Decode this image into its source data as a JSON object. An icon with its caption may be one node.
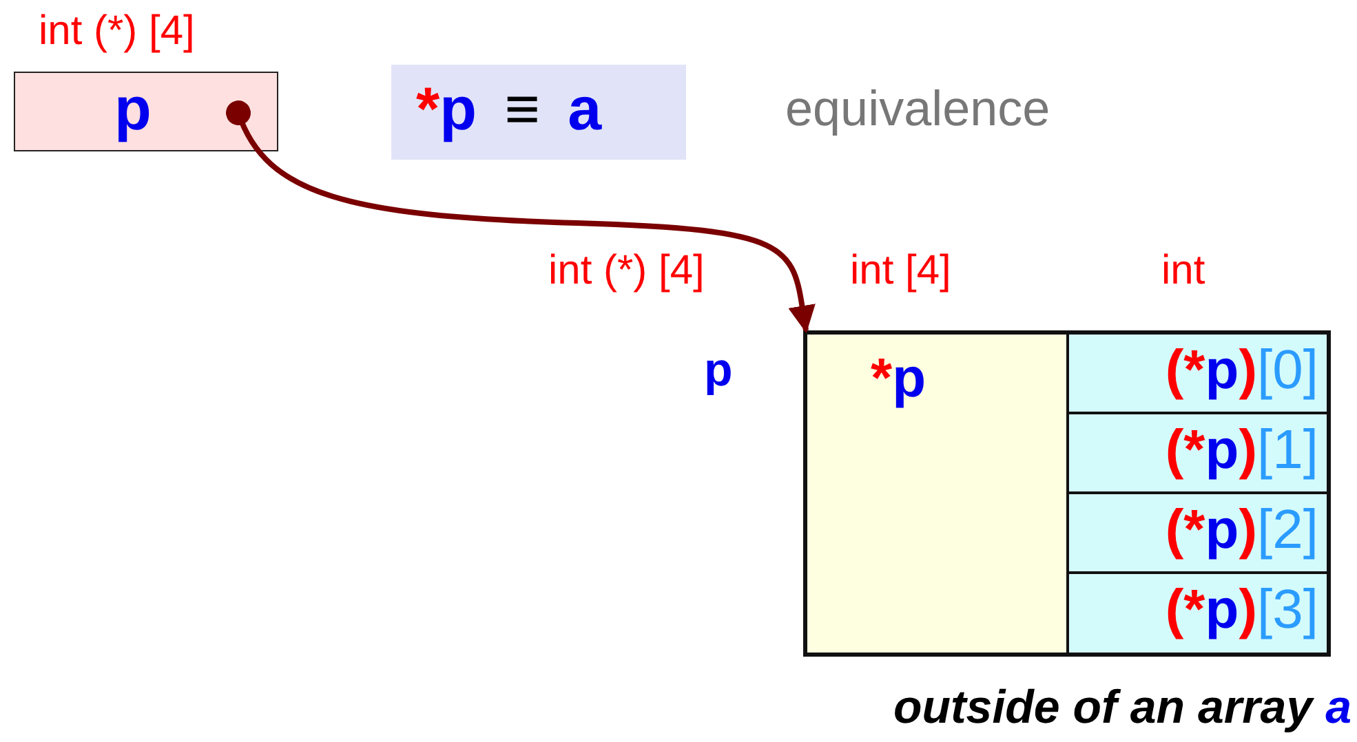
{
  "diagram": {
    "caption": "outside of an array a",
    "nodes": [
      {
        "text": [
          "p"
        ],
        "beside": [
          "int (*) [4]"
        ]
      },
      {
        "text": [],
        "shape": "box",
        "beside": [
          "int (*) [4]",
          "p"
        ]
      },
      {
        "text": [
          "*p"
        ],
        "in": 1,
        "beside": [
          "int [4]"
        ]
      },
      {
        "text": [
          "(*p)[0]"
        ],
        "in": 1
      },
      {
        "text": [
          "(*p)[1]"
        ],
        "in": 1
      },
      {
        "text": [
          "(*p)[2]"
        ],
        "in": 1
      },
      {
        "text": [
          "(*p)[3]"
        ],
        "in": 1
      },
      {
        "text": [
          "*p ≡ a"
        ]
      }
    ],
    "edges": [
      {
        "from": 0,
        "to": 1,
        "arrow": "to",
        "color": "#7a0000"
      }
    ],
    "labels": [
      "equivalence",
      "int"
    ]
  }
}
